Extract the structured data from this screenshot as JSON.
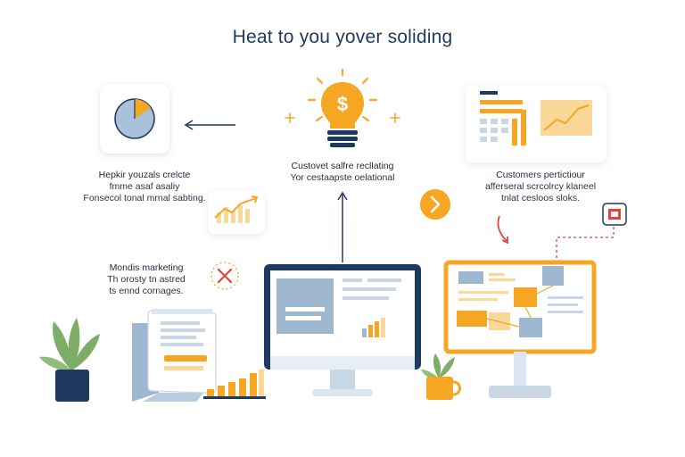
{
  "title": "Heat to you yover soliding",
  "left_top": {
    "lines": [
      "Hepkir youzals crelcte",
      "fmme asaf asaliy",
      "Fonsecol tonal mrnal sabting."
    ]
  },
  "center_top": {
    "lines": [
      "Custovet salfre recllating",
      "Yor cestaapste oelational"
    ]
  },
  "right_top": {
    "lines": [
      "Customers pertictiour",
      "afferseral scrcolrcy klaneel",
      "tnlat cesloos sloks."
    ]
  },
  "left_mid": {
    "lines": [
      "Mondis marketing",
      "Th orosty tn astred",
      "ts ennd cornages."
    ]
  },
  "colors": {
    "navy": "#1e3a5f",
    "orange": "#f5a623",
    "light_orange": "#fcd79a",
    "blue_gray": "#9fb8d0",
    "light_blue": "#dbe6f2",
    "red": "#e0463d",
    "green": "#7cae68"
  },
  "icons": [
    "pie-chart-icon",
    "lightbulb-dollar-icon",
    "bar-chart-icon",
    "dashboard-icon",
    "chevron-right-icon",
    "close-x-icon",
    "plant-icon",
    "mug-plant-icon",
    "monitor-icon",
    "photo-frame-icon",
    "laptop-stand-icon"
  ]
}
